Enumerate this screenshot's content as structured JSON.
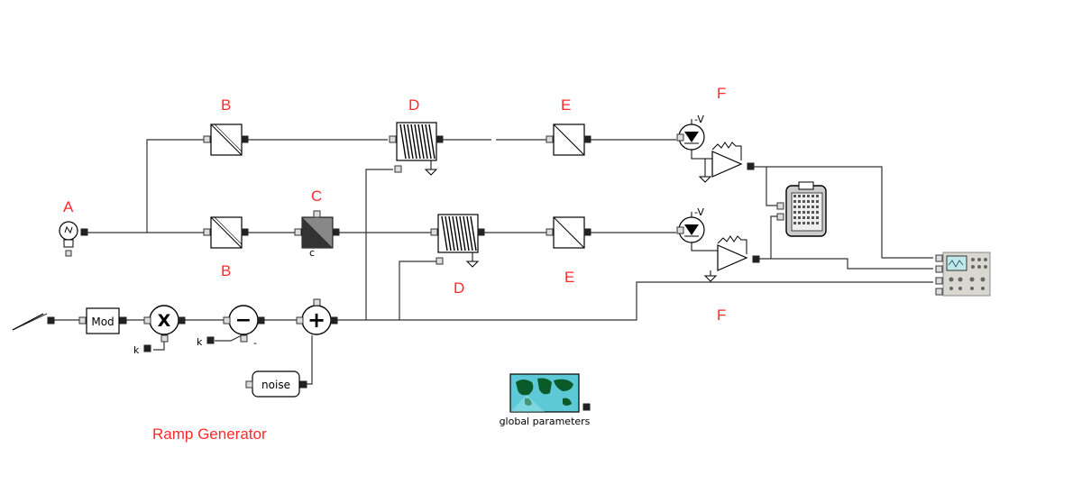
{
  "labels": {
    "a": "A",
    "b_top": "B",
    "b_bottom": "B",
    "c": "C",
    "c_small": "c",
    "d_top": "D",
    "d_bottom": "D",
    "e_top": "E",
    "e_bottom": "E",
    "f_top": "F",
    "f_bottom": "F",
    "ramp_generator": "Ramp Generator"
  },
  "blocks": {
    "mod": "Mod",
    "noise": "noise",
    "global_parameters": "global parameters",
    "k_mul": "k",
    "k_sub": "k",
    "minus_sign": "-",
    "neg_v_top": "-V",
    "neg_v_bottom": "-V"
  },
  "operators": {
    "multiply": "X",
    "subtract": "−",
    "add": "+"
  },
  "colors": {
    "label_red": "#ff2a2a",
    "wire": "#333333",
    "map_water": "#5ec9d6",
    "map_land": "#0b5a2a"
  },
  "icons": [
    "lamp-icon",
    "splitter-icon",
    "beam-combiner-icon",
    "fiber-coil-icon",
    "photodiode-icon",
    "amplifier-icon",
    "switch-icon",
    "data-recorder-icon",
    "oscilloscope-icon",
    "world-map-icon",
    "ground-icon"
  ]
}
